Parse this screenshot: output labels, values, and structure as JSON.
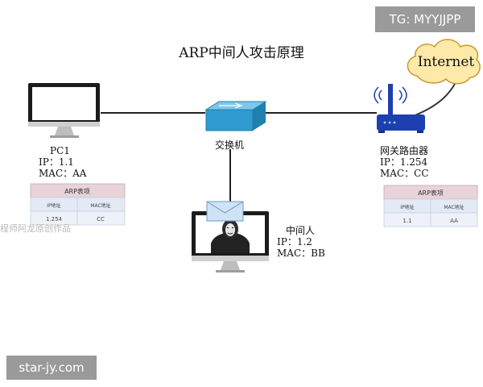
{
  "title": "ARP中间人攻击原理",
  "badges": {
    "tg": "TG: MYYJJPP",
    "site": "star-jy.com"
  },
  "watermark": "程师阿龙原创作品",
  "nodes": {
    "internet": {
      "label": "Internet"
    },
    "switch": {
      "label": "交换机"
    },
    "pc1": {
      "label": "PC1",
      "ip": "IP：1.1",
      "mac": "MAC：AA"
    },
    "attacker": {
      "label": "中间人",
      "ip": "IP：1.2",
      "mac": "MAC：BB"
    },
    "gateway": {
      "label": "网关路由器",
      "ip": "IP：1.254",
      "mac": "MAC：CC"
    }
  },
  "arp_tables": {
    "pc1": {
      "title": "ARP表项",
      "headers": [
        "IP地址",
        "MAC地址"
      ],
      "row": [
        "1.254",
        "CC"
      ]
    },
    "gateway": {
      "title": "ARP表项",
      "headers": [
        "IP地址",
        "MAC地址"
      ],
      "row": [
        "1.1",
        "AA"
      ]
    }
  },
  "colors": {
    "table_header": "#e8d3d9",
    "table_row": "#e3eaf6",
    "switch": "#2f9bd0",
    "router": "#1d3fb0",
    "cloud": "#ffe9a8"
  }
}
